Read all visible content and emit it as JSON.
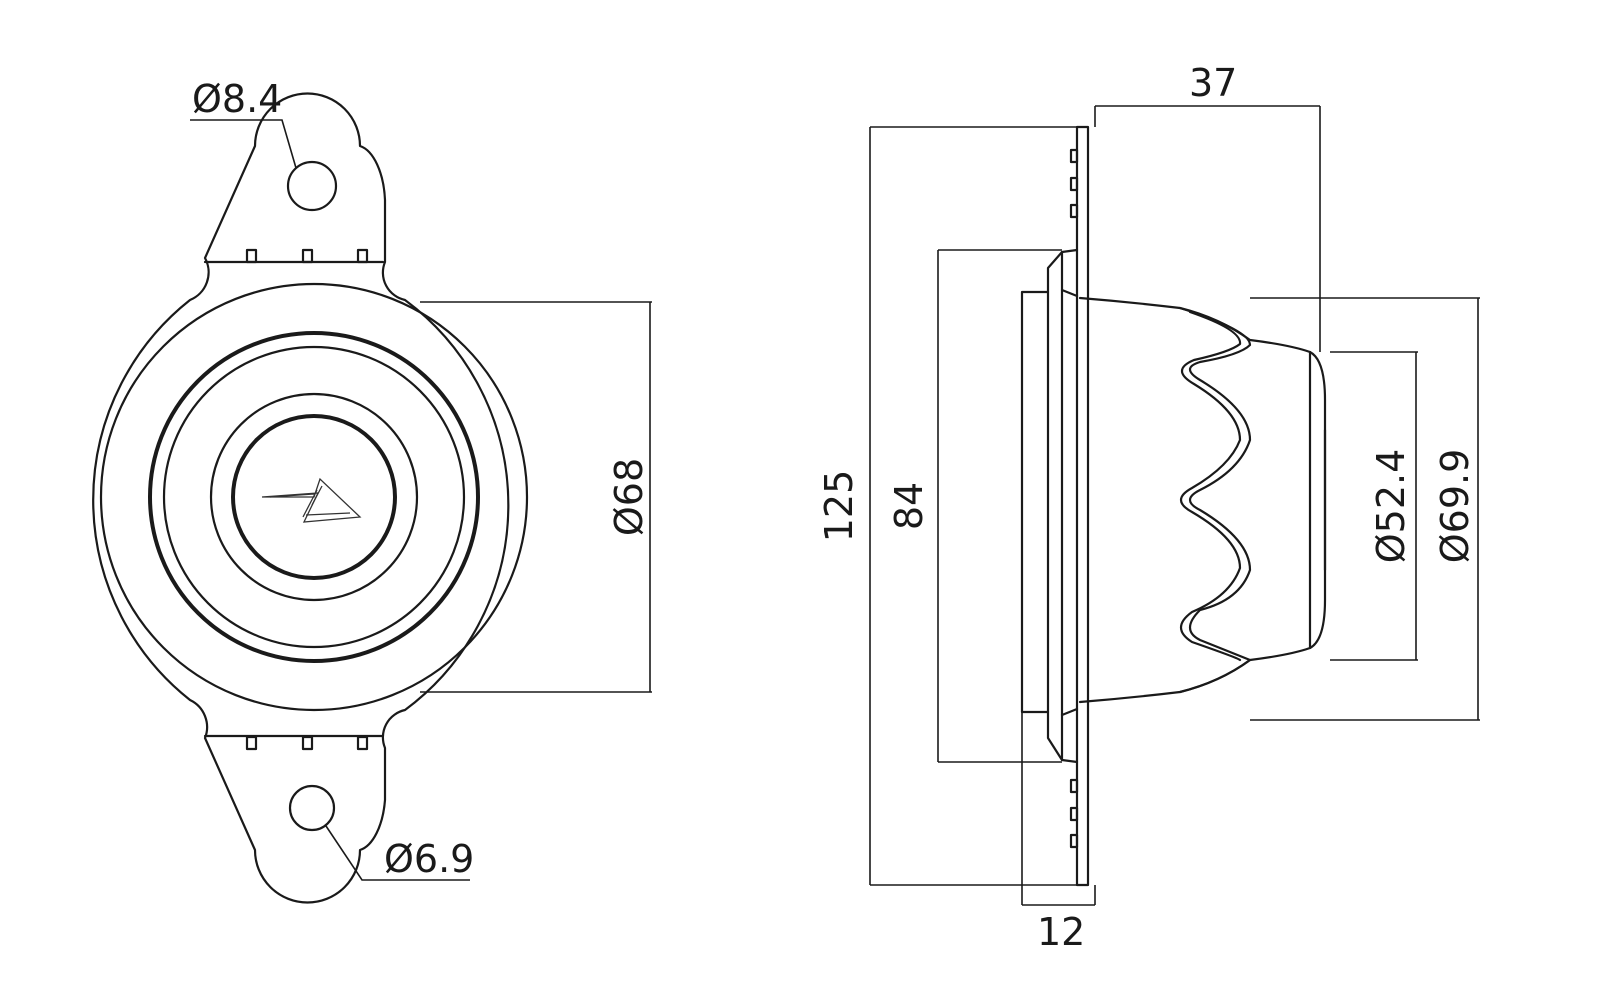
{
  "dimensions": {
    "mount_hole_top": "Ø8.4",
    "mount_hole_bottom": "Ø6.9",
    "body_diameter": "Ø68",
    "overall_height": "125",
    "flange_height": "84",
    "flange_thickness": "12",
    "depth": "37",
    "front_diameter": "Ø52.4",
    "dome_diameter": "Ø69.9"
  },
  "colors": {
    "line": "#1a1a1a",
    "background": "#ffffff"
  },
  "icons": {
    "center_logo": "lightning-bolt-icon"
  }
}
